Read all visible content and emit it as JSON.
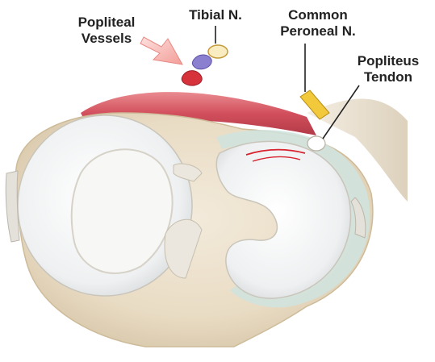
{
  "labels": {
    "popliteal_vessels": [
      "Popliteal",
      "Vessels"
    ],
    "tibial_nerve": [
      "Tibial N."
    ],
    "common_peroneal_nerve": [
      "Common",
      "Peroneal N."
    ],
    "popliteus_tendon": [
      "Popliteus",
      "Tendon"
    ]
  },
  "colors": {
    "label_text": "#222222",
    "arrow_fill": "#f6b6b3",
    "muscle": "#d9606b",
    "meniscus_tear": "#d8222e",
    "nerve_yellow": "#f2c93a",
    "bone": "#ede2cd",
    "cartilage": "#f2f4f5",
    "capsule": "#cfe3de"
  }
}
